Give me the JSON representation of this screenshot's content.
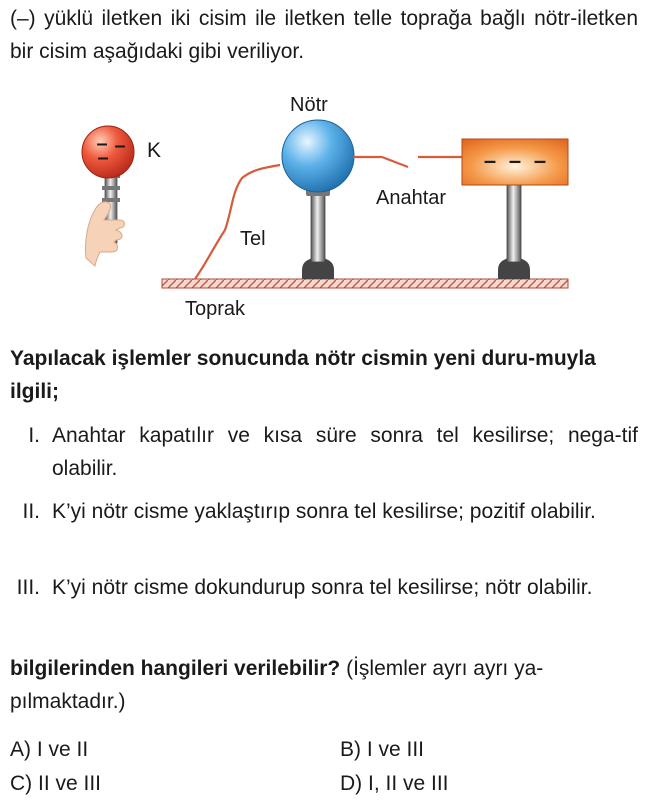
{
  "intro": "(–) yüklü iletken iki cisim ile iletken telle toprağa bağlı nötr-iletken bir cisim aşağıdaki gibi veriliyor.",
  "figure": {
    "label_k": "K",
    "label_notr": "Nötr",
    "label_anahtar": "Anahtar",
    "label_tel": "Tel",
    "label_toprak": "Toprak",
    "charge_sign": "–",
    "colors": {
      "ball_k": "#e8503a",
      "ball_notr": "#4aa3e0",
      "box": "#f07a2a",
      "ground": "#c2594a"
    }
  },
  "question": "Yapılacak işlemler sonucunda nötr cismin yeni duru-muyla ilgili;",
  "statements": [
    {
      "num": "I.",
      "text": "Anahtar kapatılır ve kısa süre sonra tel kesilirse; nega-tif olabilir."
    },
    {
      "num": "II.",
      "text": "K’yi nötr cisme yaklaştırıp sonra tel kesilirse; pozitif olabilir."
    },
    {
      "num": "III.",
      "text": "K’yi nötr cisme dokundurup sonra tel kesilirse; nötr olabilir."
    }
  ],
  "closing_bold": "bilgilerinden hangileri verilebilir?",
  "closing_rest": " (İşlemler ayrı ayrı ya-pılmaktadır.)",
  "options": [
    {
      "label": "A) I ve II"
    },
    {
      "label": "B) I ve III"
    },
    {
      "label": "C) II ve III"
    },
    {
      "label": "D) I, II ve III"
    }
  ]
}
